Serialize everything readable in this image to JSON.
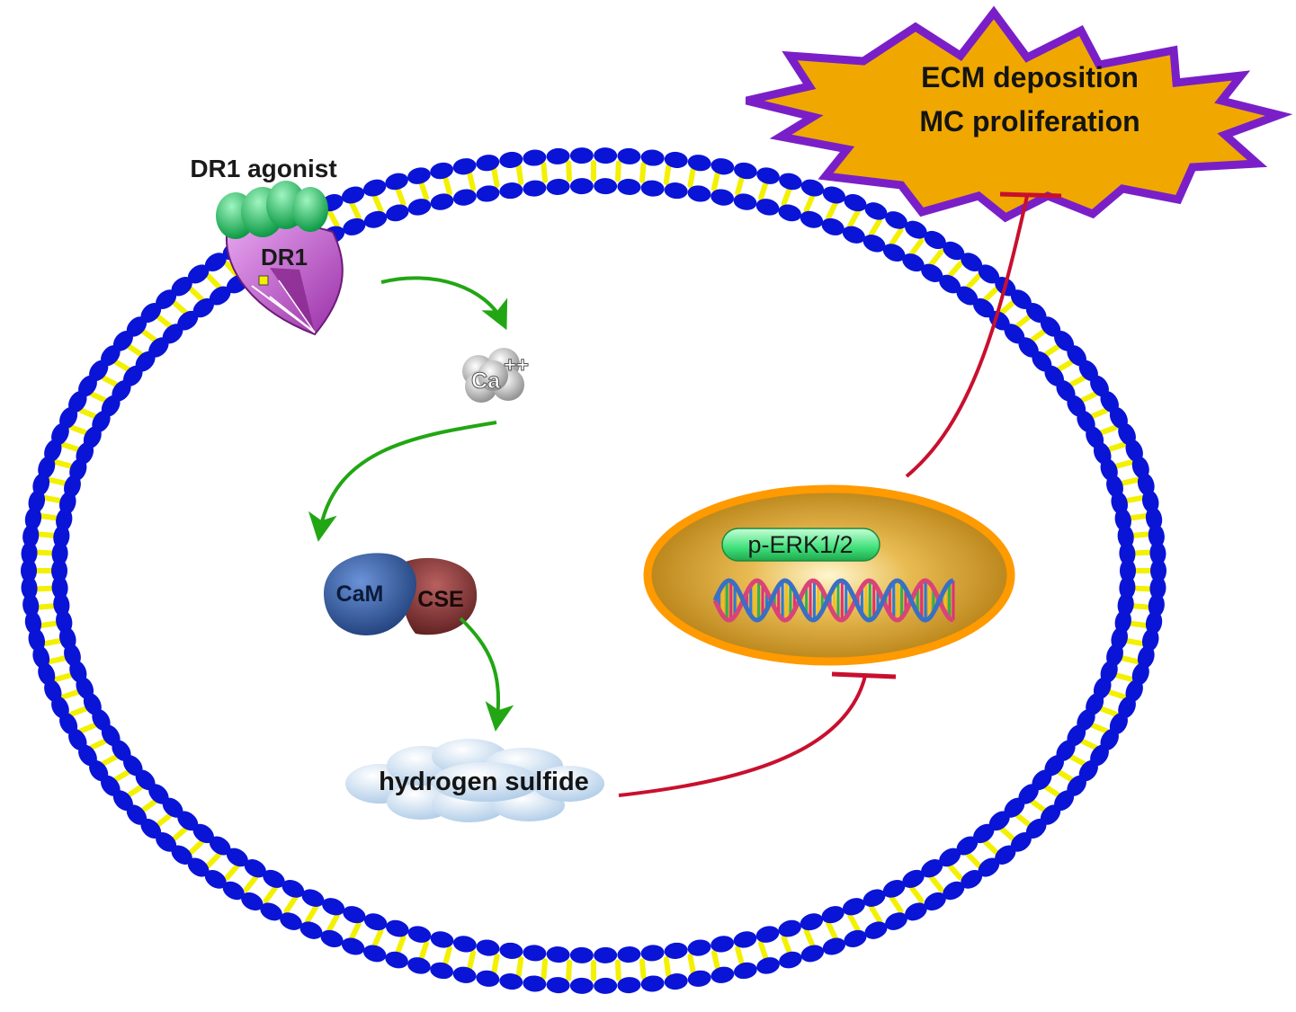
{
  "labels": {
    "agonist": "DR1 agonist",
    "receptor": "DR1",
    "calcium_main": "Ca",
    "calcium_charge": "++",
    "cam": "CaM",
    "cse": "CSE",
    "h2s": "hydrogen sulfide",
    "perk": "p-ERK1/2",
    "outcome_line1": "ECM deposition",
    "outcome_line2": "MC proliferation"
  },
  "colors": {
    "membrane_head": "#0a14d6",
    "membrane_tail": "#f3f000",
    "activation_arrow": "#22a614",
    "inhibition_line": "#c8102e",
    "starburst_fill": "#f0a800",
    "starburst_border": "#7a1fc8",
    "nucleus_fill": "#d8a02a",
    "nucleus_border": "#ff9a00",
    "perk_pill": "#3fe07a",
    "cam_blob": "#2e5aa6",
    "cse_blob": "#8c3a3a",
    "receptor": "#c46ad4",
    "agonist": "#18c060"
  },
  "icons": [
    "receptor-icon",
    "agonist-ligand-icon",
    "calcium-ion-icon",
    "dna-helix-icon",
    "cloud-icon"
  ]
}
